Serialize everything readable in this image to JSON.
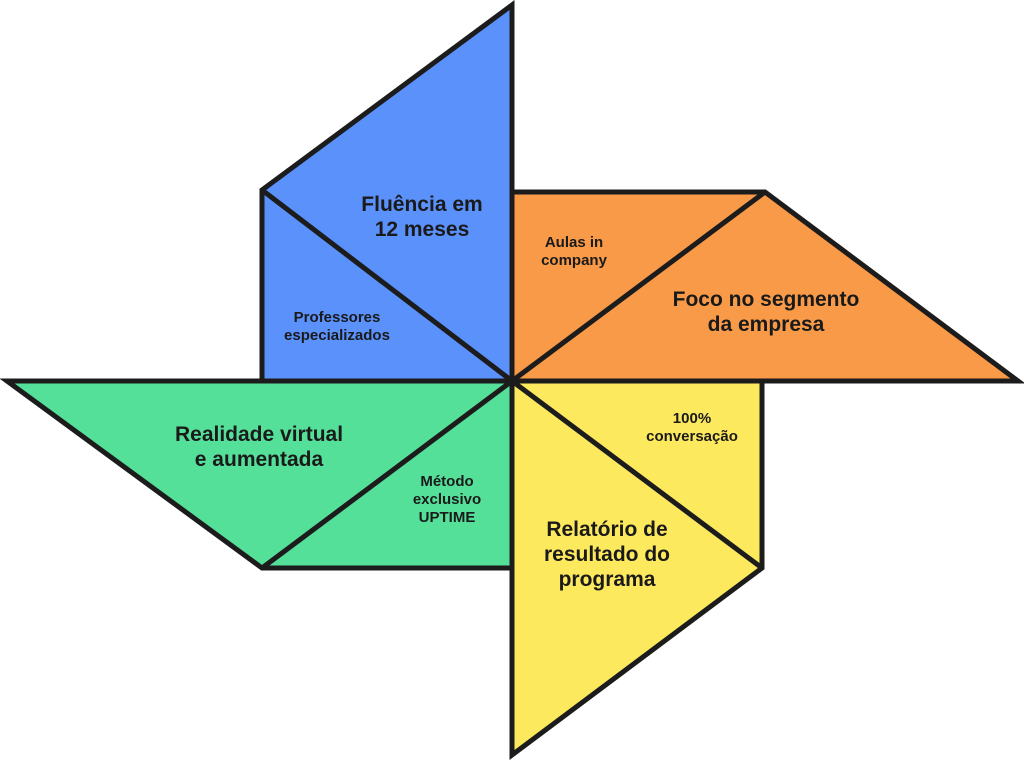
{
  "colors": {
    "blue": "#5b91fb",
    "orange": "#f99a48",
    "green": "#55e09a",
    "yellow": "#fde95e",
    "stroke": "#1c1c1c"
  },
  "blades": {
    "blue": {
      "big": [
        "Fluência em",
        "12 meses"
      ],
      "small": [
        "Professores",
        "especializados"
      ]
    },
    "orange": {
      "big": [
        "Foco no segmento",
        "da empresa"
      ],
      "small": [
        "Aulas in",
        "company"
      ]
    },
    "green": {
      "big": [
        "Realidade virtual",
        "e aumentada"
      ],
      "small": [
        "Método",
        "exclusivo",
        "UPTIME"
      ]
    },
    "yellow": {
      "big": [
        "Relatório de",
        "resultado do",
        "programa"
      ],
      "small": [
        "100%",
        "conversação"
      ]
    }
  }
}
